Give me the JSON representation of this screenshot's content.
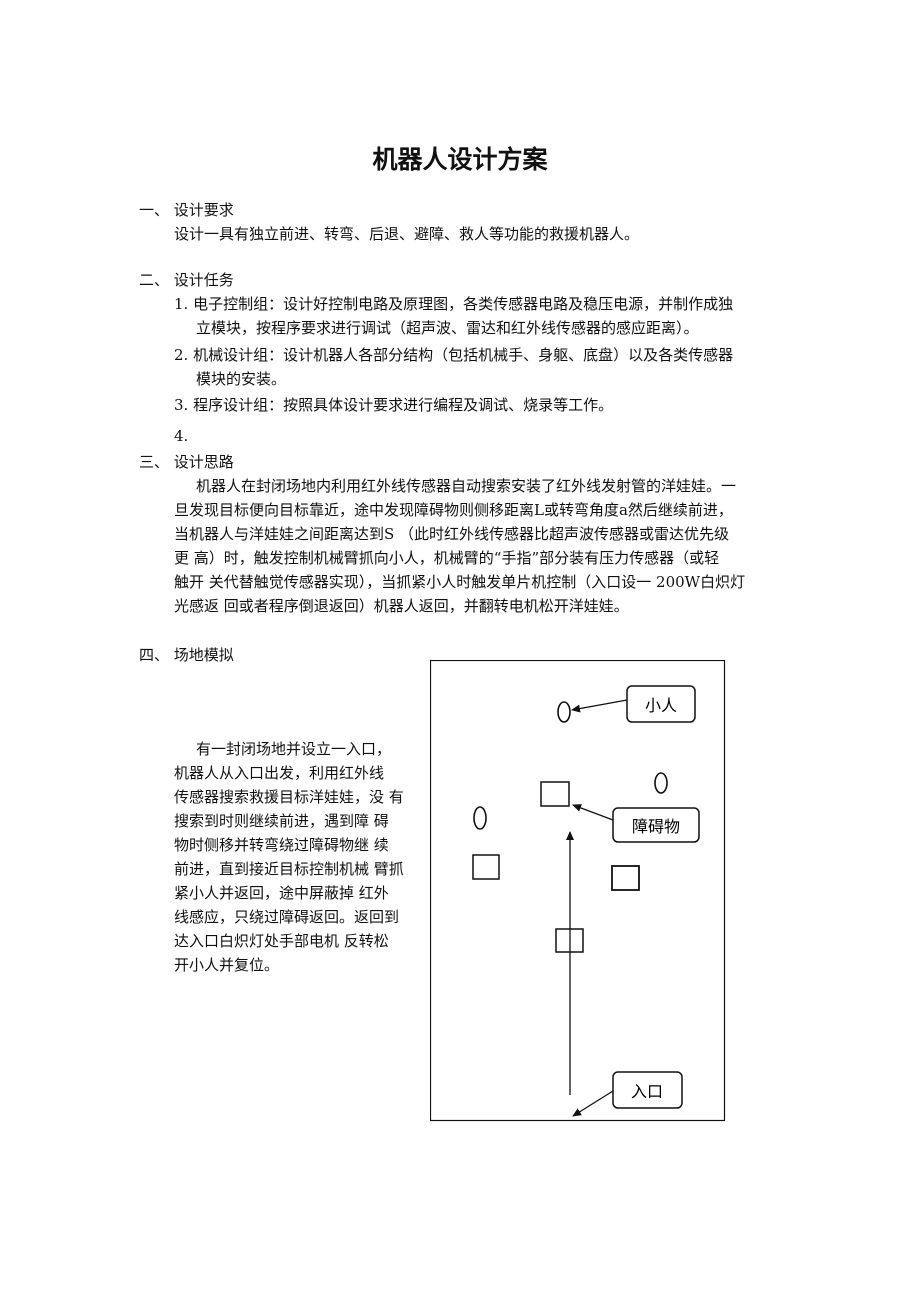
{
  "title": "机器人设计方案",
  "sections": {
    "s1": {
      "heading": "一、 设计要求",
      "body": "设计一具有独立前进、转弯、后退、避障、救人等功能的救援机器人。"
    },
    "s2": {
      "heading": "二、 设计任务",
      "items": [
        {
          "line1": "1. 电子控制组：设计好控制电路及原理图，各类传感器电路及稳压电源，并制作成独",
          "line2": "立模块，按程序要求进行调试（超声波、雷达和红外线传感器的感应距离）。"
        },
        {
          "line1": "2. 机械设计组：设计机器人各部分结构（包括机械手、身躯、底盘）以及各类传感器",
          "line2": "模块的安装。"
        },
        {
          "line1": "3.  程序设计组：按照具体设计要求进行编程及调试、烧录等工作。"
        },
        {
          "line1": "4."
        }
      ]
    },
    "s3": {
      "heading": "三、 设计思路",
      "lines": [
        "机器人在封闭场地内利用红外线传感器自动搜索安装了红外线发射管的洋娃娃。一",
        "旦发现目标便向目标靠近，途中发现障碍物则侧移距离L或转弯角度a然后继续前进，",
        "当机器人与洋娃娃之间距离达到S  （此时红外线传感器比超声波传感器或雷达优先级",
        "更  高）时，触发控制机械臂抓向小人，机械臂的“手指”部分装有压力传感器（或轻",
        "触开 关代替触觉传感器实现），当抓紧小人时触发单片机控制（入口设一 200W白炽灯",
        "光感返  回或者程序倒退返回）机器人返回，并翻转电机松开洋娃娃。"
      ]
    },
    "s4": {
      "heading": "四、 场地模拟",
      "lines": [
        "有一封闭场地并设立一入口，",
        "机器人从入口出发，利用红外线",
        "传感器搜索救援目标洋娃娃，没 有",
        "搜索到时则继续前进，遇到障    碍",
        "物时侧移并转弯绕过障碍物继    续",
        "前进，直到接近目标控制机械 臂抓",
        "紧小人并返回，途中屏蔽掉    红外",
        "线感应，只绕过障碍返回。返回到",
        "达入口白炽灯处手部电机    反转松",
        "开小人并复位。"
      ]
    }
  },
  "diagram": {
    "label_person": "小人",
    "label_obstacle": "障碍物",
    "label_entrance": "入口"
  }
}
